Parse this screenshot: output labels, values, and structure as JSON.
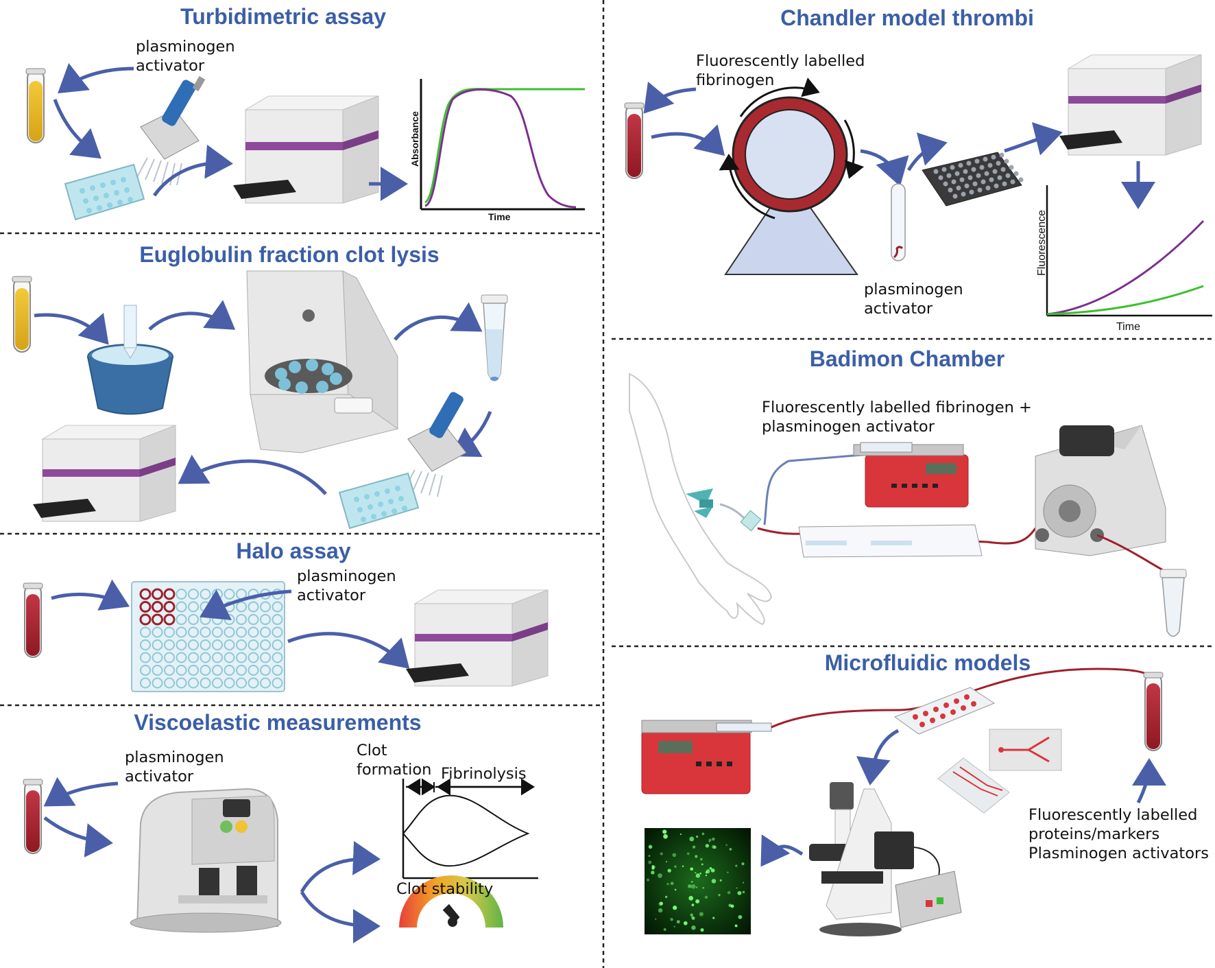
{
  "panels": {
    "turbidimetric": {
      "title": "Turbidimetric assay",
      "label_line1": "plasminogen",
      "label_line2": "activator",
      "plot": {
        "ylabel": "Absorbance",
        "xlabel": "Time"
      }
    },
    "euglobulin": {
      "title": "Euglobulin fraction clot lysis"
    },
    "halo": {
      "title": "Halo assay",
      "label_line1": "plasminogen",
      "label_line2": "activator"
    },
    "viscoelastic": {
      "title": "Viscoelastic measurements",
      "label_line1": "plasminogen",
      "label_line2": "activator",
      "clot_line1": "Clot",
      "clot_line2": "formation",
      "fibrinolysis": "Fibrinolysis",
      "stability": "Clot stability"
    },
    "chandler": {
      "title": "Chandler model thrombi",
      "label_top_line1": "Fluorescently labelled",
      "label_top_line2": "fibrinogen",
      "label_bottom_line1": "plasminogen",
      "label_bottom_line2": "activator",
      "plot": {
        "ylabel": "Fluorescence",
        "xlabel": "Time"
      }
    },
    "badimon": {
      "title": "Badimon Chamber",
      "label_line1": "Fluorescently labelled fibrinogen +",
      "label_line2": "plasminogen activator"
    },
    "microfluidic": {
      "title": "Microfluidic models",
      "label_line1": "Fluorescently labelled",
      "label_line2": "proteins/markers",
      "label_line3": "Plasminogen activators"
    }
  },
  "colors": {
    "title": "#3a5ea8",
    "arrow": "#4a5fa8",
    "curve_purple": "#7b2f8e",
    "curve_green": "#3bbf2e",
    "blood": "#a01f2b",
    "plasma": "#e6b71e",
    "device_band": "#8e4a9a"
  }
}
